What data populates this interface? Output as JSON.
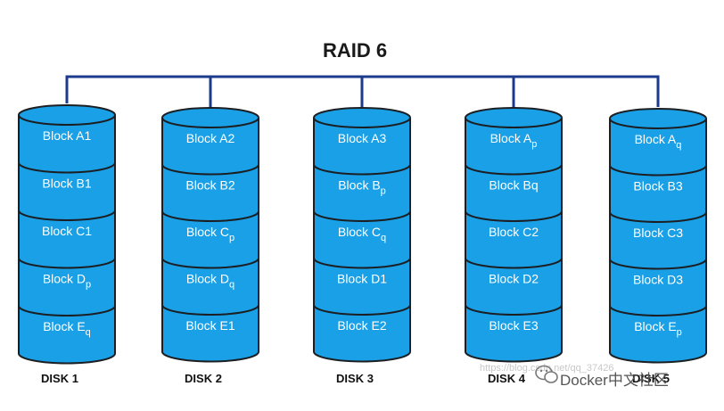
{
  "title": "RAID 6",
  "colors": {
    "block_fill": "#1aa0e6",
    "block_stroke": "#1b1f23",
    "bus": "#1d3b8c"
  },
  "disks": [
    {
      "label": "DISK 1",
      "blocks": [
        {
          "main": "Block A1",
          "sub": ""
        },
        {
          "main": "Block B1",
          "sub": ""
        },
        {
          "main": "Block C1",
          "sub": ""
        },
        {
          "main": "Block D",
          "sub": "p"
        },
        {
          "main": "Block E",
          "sub": "q"
        }
      ]
    },
    {
      "label": "DISK 2",
      "blocks": [
        {
          "main": "Block A2",
          "sub": ""
        },
        {
          "main": "Block B2",
          "sub": ""
        },
        {
          "main": "Block C",
          "sub": "p"
        },
        {
          "main": "Block D",
          "sub": "q"
        },
        {
          "main": "Block E1",
          "sub": ""
        }
      ]
    },
    {
      "label": "DISK 3",
      "blocks": [
        {
          "main": "Block A3",
          "sub": ""
        },
        {
          "main": "Block B",
          "sub": "p"
        },
        {
          "main": "Block C",
          "sub": "q"
        },
        {
          "main": "Block D1",
          "sub": ""
        },
        {
          "main": "Block E2",
          "sub": ""
        }
      ]
    },
    {
      "label": "DISK 4",
      "blocks": [
        {
          "main": "Block A",
          "sub": "p"
        },
        {
          "main": "Block Bq",
          "sub": ""
        },
        {
          "main": "Block C2",
          "sub": ""
        },
        {
          "main": "Block D2",
          "sub": ""
        },
        {
          "main": "Block E3",
          "sub": ""
        }
      ]
    },
    {
      "label": "DISK 5",
      "blocks": [
        {
          "main": "Block A",
          "sub": "q"
        },
        {
          "main": "Block B3",
          "sub": ""
        },
        {
          "main": "Block C3",
          "sub": ""
        },
        {
          "main": "Block D3",
          "sub": ""
        },
        {
          "main": "Block E",
          "sub": "p"
        }
      ]
    }
  ],
  "watermark": "https://blog.csdn.net/qq_37426",
  "brand": "Docker中文社区",
  "brand_icon": "wechat-icon"
}
